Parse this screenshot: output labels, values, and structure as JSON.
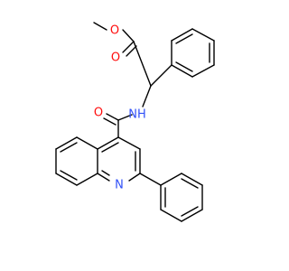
{
  "structure": {
    "atoms": {
      "methoxy_O": {
        "label": "O",
        "color": "#ff0d0d"
      },
      "carbonyl_O_ester": {
        "label": "O",
        "color": "#ff0d0d"
      },
      "amide_N": {
        "label": "NH",
        "color": "#3050f8"
      },
      "carbonyl_O_amide": {
        "label": "O",
        "color": "#ff0d0d"
      },
      "ring_N": {
        "label": "N",
        "color": "#3050f8"
      }
    },
    "bond_color": "#000000",
    "background": "#ffffff"
  }
}
